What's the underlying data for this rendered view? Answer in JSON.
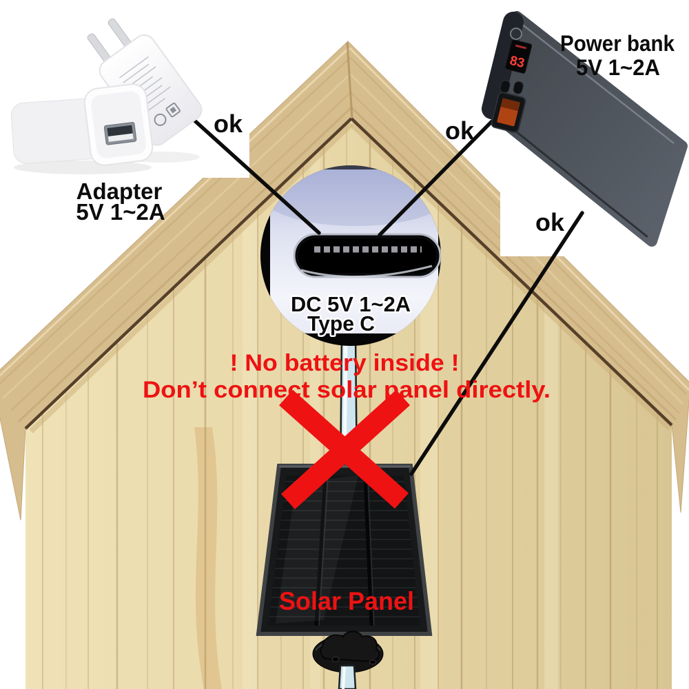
{
  "labels": {
    "adapter": {
      "name": "Adapter",
      "spec": "5V 1~2A"
    },
    "power_bank": {
      "name": "Power bank",
      "spec": "5V 1~2A",
      "display_digits": "83"
    },
    "ok_adapter": "ok",
    "ok_power_bank_top": "ok",
    "ok_power_bank_bottom": "ok",
    "port": {
      "spec": "DC 5V 1~2A",
      "type": "Type C"
    },
    "warning": {
      "line1": "! No battery inside !",
      "line2": "Don’t connect solar panel directly."
    },
    "solar_panel": {
      "name": "Solar Panel"
    }
  },
  "colors": {
    "warning_red": "#ee1212",
    "annotation_black": "#0c0c0c",
    "display_red": "#ff4038",
    "roof_wood": "#d6bd8e",
    "wall_wood": "#e6d4a3",
    "cable_blue": "#cfe5ee",
    "connector_lavender": "#c9cdea",
    "power_bank_gray": "#4b5058",
    "usb_orange": "#b04314",
    "solar_panel_black": "#17191a"
  }
}
